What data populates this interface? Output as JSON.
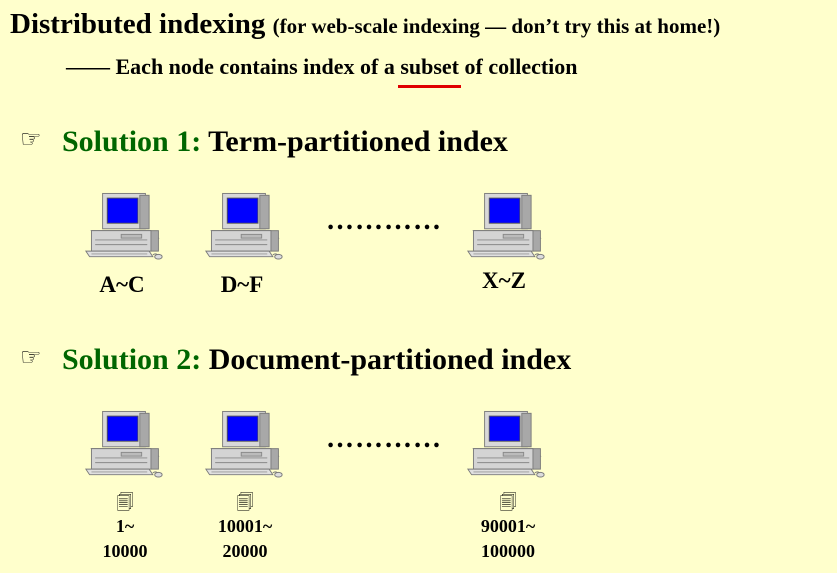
{
  "header": {
    "title": "Distributed indexing",
    "title_note": "(for web-scale indexing — don’t try this at home!)",
    "line_prefix": "—— Each node contains index of a ",
    "line_underlined": "subset",
    "line_suffix": " of collection"
  },
  "solution1": {
    "bullet": "☞",
    "label": "Solution 1:",
    "text": " Term-partitioned index",
    "ellipsis": "…………",
    "nodes": [
      "A~C",
      "D~F",
      "X~Z"
    ]
  },
  "solution2": {
    "bullet": "☞",
    "label": "Solution 2:",
    "text": " Document-partitioned index",
    "ellipsis": "…………",
    "doc_icon": "🗐",
    "nodes": [
      {
        "line1": "1~",
        "line2": "10000"
      },
      {
        "line1": "10001~",
        "line2": "20000"
      },
      {
        "line1": "90001~",
        "line2": "100000"
      }
    ]
  },
  "icons": {
    "computer": "computer-icon",
    "document": "document-icon",
    "bullet": "pointing-hand-icon"
  },
  "colors": {
    "background": "#FFFFCC",
    "accent_green": "#006600",
    "underline_red": "#E00000",
    "screen_blue": "#0000FF"
  }
}
